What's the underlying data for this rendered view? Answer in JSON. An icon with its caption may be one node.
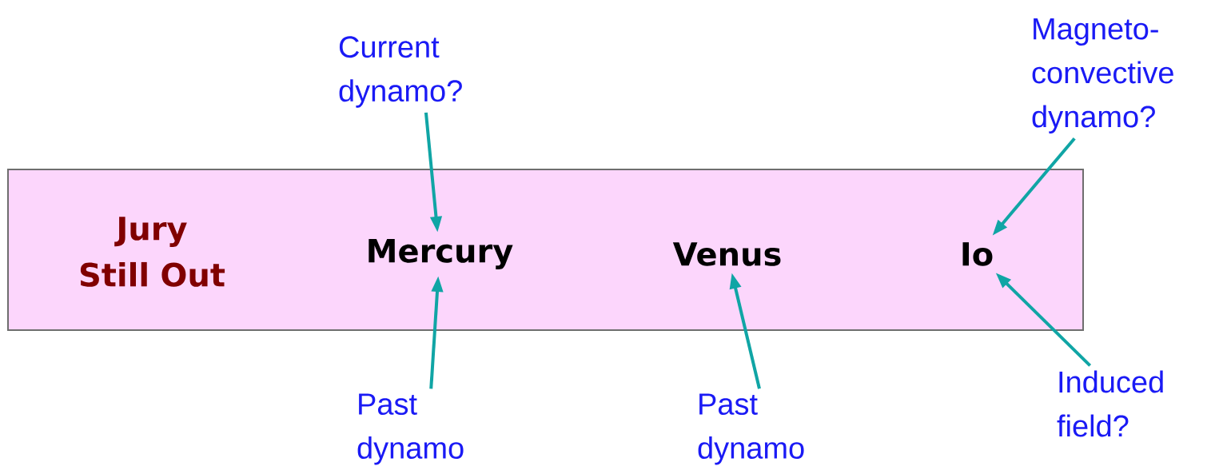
{
  "diagram": {
    "nodes": [
      {
        "text": [
          "Current dynamo?"
        ]
      },
      {
        "text": [
          "Magneto-convective dynamo?"
        ]
      },
      {
        "text": [
          "Jury Still Out"
        ]
      },
      {
        "text": [
          "Mercury"
        ],
        "in": 2
      },
      {
        "text": [
          "Venus"
        ],
        "in": 2
      },
      {
        "text": [
          "Io"
        ],
        "in": 2
      },
      {
        "text": [
          "Past dynamo"
        ]
      },
      {
        "text": [
          "Past dynamo"
        ]
      },
      {
        "text": [
          "Induced field?"
        ]
      }
    ],
    "edges": [
      {
        "from": 0,
        "to": 3,
        "arrow": "to"
      },
      {
        "from": 1,
        "to": 5,
        "arrow": "to"
      },
      {
        "from": 6,
        "to": 3,
        "arrow": "to"
      },
      {
        "from": 7,
        "to": 4,
        "arrow": "to"
      },
      {
        "from": 8,
        "to": 5,
        "arrow": "to"
      }
    ]
  }
}
